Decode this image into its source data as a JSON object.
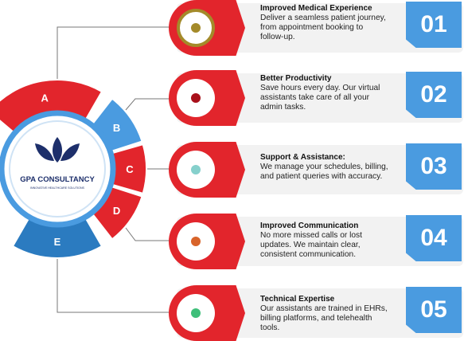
{
  "hub": {
    "brand": "GPA CONSULTANCY",
    "tagline": "INNOVATIVE HEALTHCARE SOLUTIONS",
    "colors": {
      "ring": "#4a9be0",
      "leaf": "#1d2f6b",
      "red": "#e2252c",
      "blue": "#4a9be0",
      "darkblue": "#2b7bc0"
    }
  },
  "segments": [
    {
      "letter": "A",
      "color": "#e2252c"
    },
    {
      "letter": "B",
      "color": "#4a9be0"
    },
    {
      "letter": "C",
      "color": "#e2252c"
    },
    {
      "letter": "D",
      "color": "#e2252c"
    },
    {
      "letter": "E",
      "color": "#2b7bc0"
    }
  ],
  "items": [
    {
      "number": "01",
      "title": "Improved Medical Experience",
      "lines": [
        "Deliver a seamless patient journey,",
        "from appointment booking to",
        "follow-up."
      ],
      "dot_color": "#a48a2a",
      "ring_color": "#a48a2a"
    },
    {
      "number": "02",
      "title": "Better Productivity",
      "lines": [
        "Save hours every day. Our virtual",
        "assistants take care of all your",
        "admin tasks."
      ],
      "dot_color": "#a8101a",
      "ring_color": "#ffffff"
    },
    {
      "number": "03",
      "title": "Support & Assistance:",
      "lines": [
        "We manage your schedules, billing,",
        "and patient queries with accuracy."
      ],
      "dot_color": "#86d0cc",
      "ring_color": "#ffffff"
    },
    {
      "number": "04",
      "title": "Improved Communication",
      "lines": [
        "No more missed calls or lost",
        "updates. We maintain clear,",
        "consistent communication."
      ],
      "dot_color": "#d8642a",
      "ring_color": "#ffffff"
    },
    {
      "number": "05",
      "title": "Technical Expertise",
      "lines": [
        "Our assistants are trained in EHRs,",
        "billing platforms, and telehealth",
        "tools."
      ],
      "dot_color": "#3fbf7a",
      "ring_color": "#ffffff"
    }
  ]
}
